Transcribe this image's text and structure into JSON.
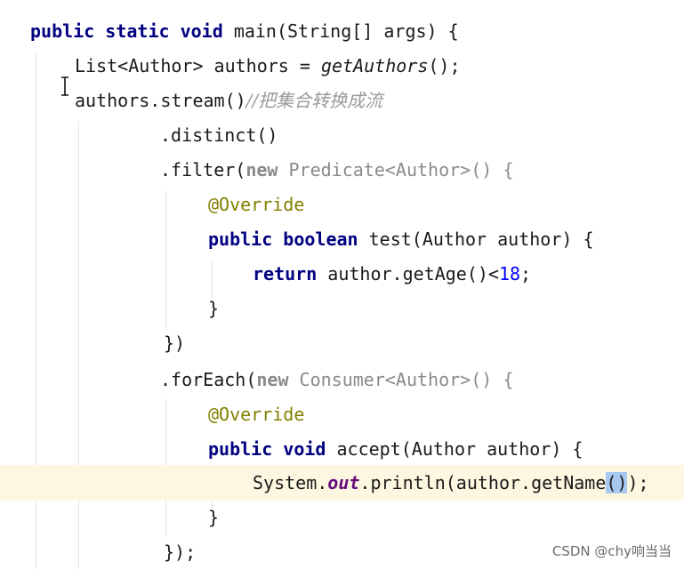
{
  "editor": {
    "lines": [
      {
        "tokens": [
          "public",
          "static",
          "void",
          "main(String[] args) {"
        ]
      },
      {
        "tokens": [
          "List<Author> authors = ",
          "getAuthors",
          "();"
        ]
      },
      {
        "tokens": [
          "authors.stream()",
          "//把集合转换成流"
        ]
      },
      {
        "tokens": [
          ".distinct()"
        ]
      },
      {
        "tokens": [
          ".filter(",
          "new",
          "Predicate<Author>() {"
        ]
      },
      {
        "tokens": [
          "@Override"
        ]
      },
      {
        "tokens": [
          "public",
          "boolean",
          "test(Author author) {"
        ]
      },
      {
        "tokens": [
          "return",
          "author.getAge()<",
          "18",
          ";"
        ]
      },
      {
        "tokens": [
          "}"
        ]
      },
      {
        "tokens": [
          "})"
        ]
      },
      {
        "tokens": [
          ".forEach(",
          "new",
          "Consumer<Author>() {"
        ]
      },
      {
        "tokens": [
          "@Override"
        ]
      },
      {
        "tokens": [
          "public",
          "void",
          "accept(Author author) {"
        ]
      },
      {
        "tokens": [
          "System.",
          "out",
          ".println(author.getName",
          "()",
          ");"
        ]
      },
      {
        "tokens": [
          "}"
        ]
      },
      {
        "tokens": [
          "});"
        ]
      }
    ]
  },
  "watermark": "CSDN @chy响当当",
  "colors": {
    "keyword": "#000080",
    "annotation": "#808000",
    "number": "#0000ff",
    "comment": "#9a9a9a",
    "static_field": "#660e7a",
    "current_line": "#fdf7e1",
    "brace_highlight": "#a8c8f0"
  },
  "icons": {
    "text_cursor": "ibeam-cursor-icon"
  }
}
